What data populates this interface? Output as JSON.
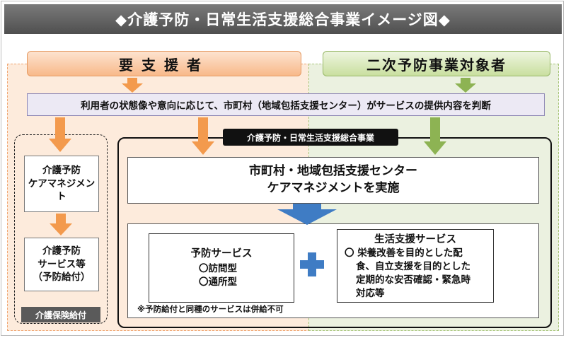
{
  "title": "◆介護予防・日常生活支援総合事業イメージ図◆",
  "groups": {
    "needs_support": "要支援者",
    "secondary_prevention": "二次予防事業対象者"
  },
  "assessment": "利用者の状態像や意向に応じて、市町村（地域包括支援センター）がサービスの提供内容を判断",
  "insurance_benefit": {
    "label": "介護保険給付",
    "care_management": "介護予防\nケアマネジメン\nト",
    "services": "介護予防\nサービス等\n（予防給付）"
  },
  "program": {
    "label": "介護予防・日常生活支援総合事業",
    "care_management_line1": "市町村・地域包括支援センター",
    "care_management_line2": "ケアマネジメントを実施",
    "prevention_services": {
      "title": "予防サービス",
      "items": [
        "〇訪問型",
        "〇通所型"
      ]
    },
    "life_support_services": {
      "title": "生活支援サービス",
      "lines": [
        "〇  栄養改善を目的とした配",
        "食、自立支援を目的とした",
        "定期的な安否確認・緊急時",
        "対応等"
      ]
    },
    "note": "※予防給付と同種のサービスは併給不可"
  },
  "colors": {
    "title_bg": "#5f5f5f",
    "orange_arrow": "#f39a4d",
    "green_arrow": "#8db353",
    "blue_arrow": "#3f7cc4",
    "plus": "#3f7cc4"
  }
}
